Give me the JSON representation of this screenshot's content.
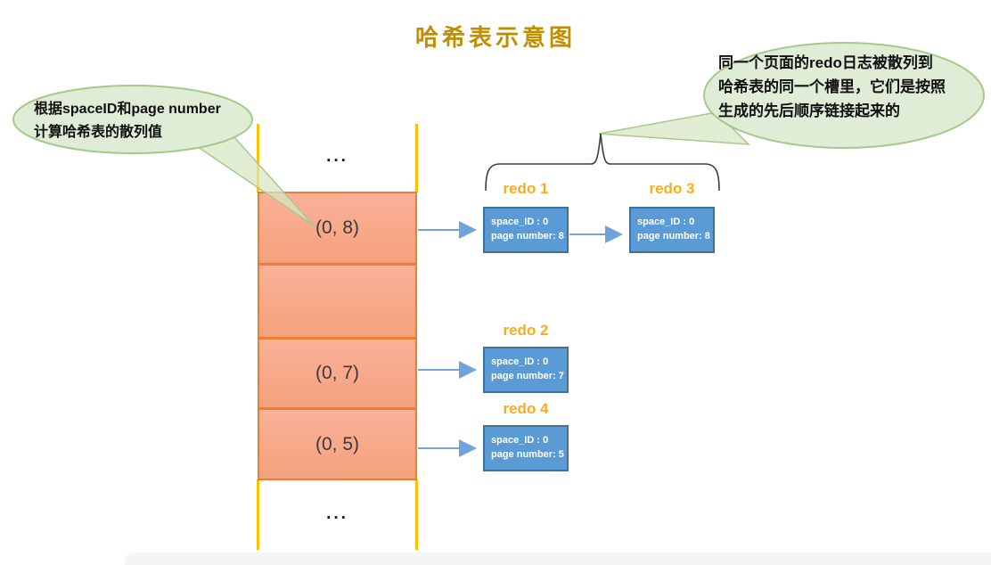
{
  "title": "哈希表示意图",
  "callouts": {
    "left": {
      "lines": [
        "根据spaceID和page number",
        "计算哈希表的散列值"
      ]
    },
    "right": {
      "lines": [
        "同一个页面的redo日志被散列到",
        "哈希表的同一个槽里，它们是按照",
        "生成的先后顺序链接起来的"
      ]
    }
  },
  "hash_table": {
    "ellipsis_top": "...",
    "ellipsis_bottom": "...",
    "slots": [
      {
        "label": "(0, 8)"
      },
      {
        "label": ""
      },
      {
        "label": "(0, 7)"
      },
      {
        "label": "(0, 5)"
      }
    ]
  },
  "redo_nodes": [
    {
      "label": "redo 1",
      "lines": [
        "space_ID : 0",
        "page number: 8"
      ]
    },
    {
      "label": "redo 3",
      "lines": [
        "space_ID : 0",
        "page number: 8"
      ]
    },
    {
      "label": "redo 2",
      "lines": [
        "space_ID : 0",
        "page number: 7"
      ]
    },
    {
      "label": "redo 4",
      "lines": [
        "space_ID : 0",
        "page number: 5"
      ]
    }
  ],
  "colors": {
    "title": "#BF8F00",
    "slot_fill_top": "#F9B197",
    "slot_fill_bottom": "#F5A17D",
    "slot_border": "#ED7D31",
    "rail": "#FFC000",
    "redo_fill": "#5B9BD5",
    "redo_border": "#41719C",
    "redo_label": "#FBAC1D",
    "arrow": "#71A3DB",
    "bubble_fill": "#DFEDD6",
    "bubble_border": "#A6C98B",
    "brace": "#3F3F3F"
  }
}
